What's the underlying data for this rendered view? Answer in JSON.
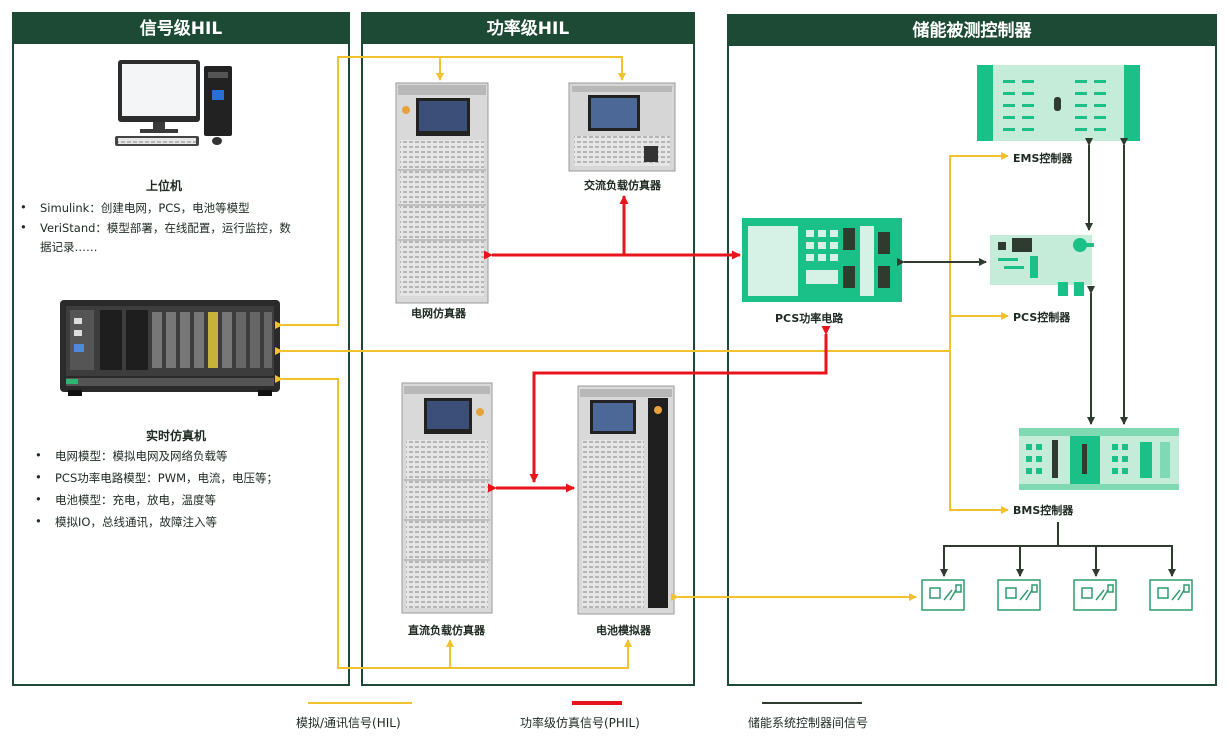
{
  "panels": {
    "signal_hil": "信号级HIL",
    "power_hil": "功率级HIL",
    "controller": "储能被测控制器"
  },
  "host_pc": {
    "title": "上位机",
    "line1": "Simulink：创建电网，PCS，电池等模型",
    "line2a": "VeriStand：模型部署，在线配置，运行监控，数",
    "line2b": "据记录……"
  },
  "realtime": {
    "title": "实时仿真机",
    "items": [
      "电网模型：模拟电网及网络负载等",
      "PCS功率电路模型：PWM，电流，电压等；",
      "电池模型：充电，放电，温度等",
      "模拟IO，总线通讯，故障注入等"
    ]
  },
  "devices": {
    "grid_sim": "电网仿真器",
    "ac_load": "交流负载仿真器",
    "dc_load": "直流负载仿真器",
    "battery_sim": "电池模拟器",
    "pcs_power": "PCS功率电路",
    "ems": "EMS控制器",
    "pcs_ctrl": "PCS控制器",
    "bms": "BMS控制器"
  },
  "legend": {
    "hil": "模拟/通讯信号(HIL)",
    "phil": "功率级仿真信号(PHIL)",
    "ctrl": "储能系统控制器间信号"
  },
  "colors": {
    "panel": "#1d4a35",
    "hil": "#f2c12e",
    "phil": "#e8141b",
    "ctrl": "#2f3b2f",
    "board": "#1bbf88"
  }
}
